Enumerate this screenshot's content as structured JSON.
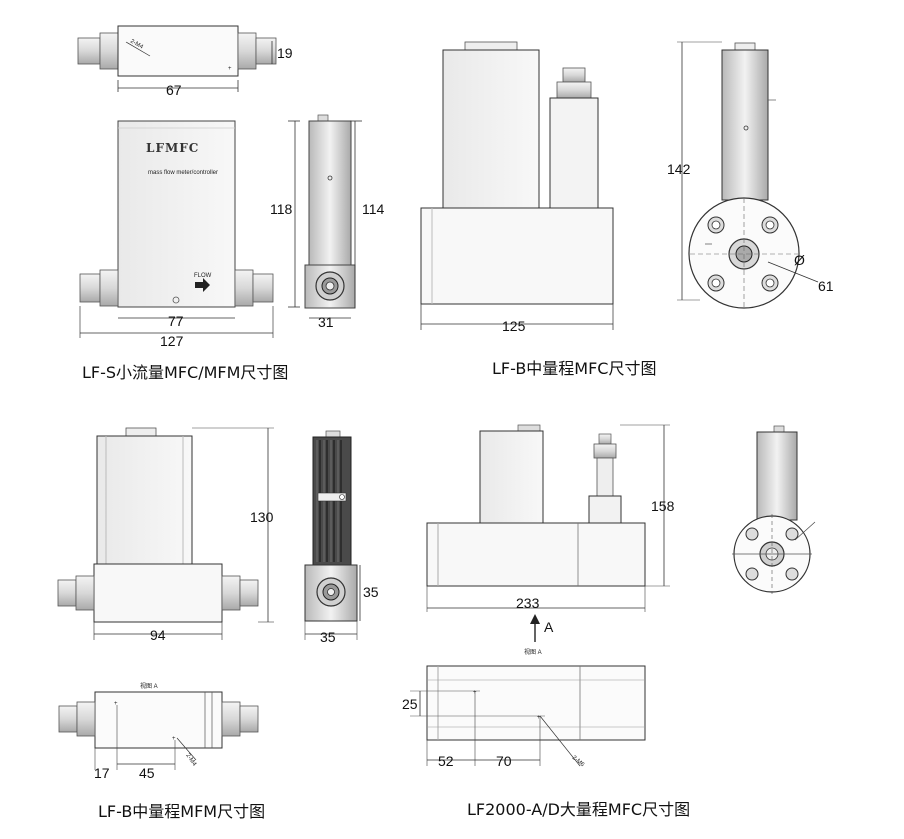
{
  "captions": {
    "lf_s": "LF-S小流量MFC/MFM尺寸图",
    "lf_b_mfc": "LF-B中量程MFC尺寸图",
    "lf_b_mfm": "LF-B中量程MFM尺寸图",
    "lf2000": "LF2000-A/D大量程MFC尺寸图"
  },
  "lf_s": {
    "brand": "LFMFC",
    "subtitle": "mass flow meter/controller",
    "flow_label": "FLOW",
    "thread_label": "2-M4",
    "dims": {
      "top_width": "67",
      "top_height": "19",
      "body_width": "77",
      "total_width": "127",
      "front_height": "118",
      "side_height": "114",
      "side_width": "31"
    }
  },
  "lf_b_mfc": {
    "dims": {
      "width": "125",
      "height": "142",
      "flange": "61"
    },
    "diameter_symbol": "Ø"
  },
  "lf_b_mfm": {
    "view_label": "视图 A",
    "thread_label": "2-M4",
    "dims": {
      "height": "130",
      "width": "94",
      "side_height": "35",
      "side_width": "35",
      "offset_x": "17",
      "hole_spacing": "45"
    }
  },
  "lf2000": {
    "view_label": "视图 A",
    "arrow_label": "A",
    "thread_label": "2-M6",
    "dims": {
      "height": "158",
      "width": "233",
      "hole_y": "25",
      "hole_x1": "52",
      "hole_x2": "70"
    }
  }
}
